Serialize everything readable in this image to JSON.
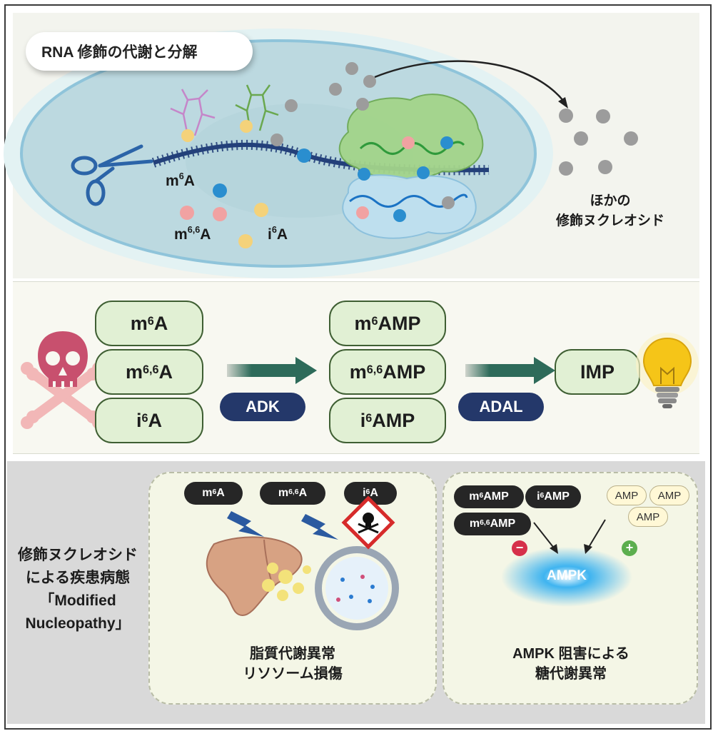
{
  "title": "RNA 修飾の代謝と分解",
  "cell_labels": {
    "m6A": {
      "base": "m",
      "sup": "6",
      "tail": "A"
    },
    "m66A": {
      "base": "m",
      "sup": "6,6",
      "tail": "A"
    },
    "i6A": {
      "base": "i",
      "sup": "6",
      "tail": "A"
    },
    "other_line1": "ほかの",
    "other_line2": "修飾ヌクレオシド"
  },
  "pathway": {
    "substrates": [
      {
        "base": "m",
        "sup": "6",
        "tail": "A"
      },
      {
        "base": "m",
        "sup": "6,6",
        "tail": "A"
      },
      {
        "base": "i",
        "sup": "6",
        "tail": "A"
      }
    ],
    "enzyme1": "ADK",
    "products": [
      {
        "base": "m",
        "sup": "6",
        "tail": "AMP"
      },
      {
        "base": "m",
        "sup": "6,6",
        "tail": "AMP"
      },
      {
        "base": "i",
        "sup": "6",
        "tail": "AMP"
      }
    ],
    "enzyme2": "ADAL",
    "final": "IMP"
  },
  "disease": {
    "side_line1": "修飾ヌクレオシド",
    "side_line2": "による疾患病態",
    "side_line3": "「Modified",
    "side_line4": "Nucleopathy」",
    "card1": {
      "pills": [
        {
          "base": "m",
          "sup": "6",
          "tail": "A"
        },
        {
          "base": "m",
          "sup": "6,6",
          "tail": "A"
        },
        {
          "base": "i",
          "sup": "6",
          "tail": "A"
        }
      ],
      "caption_line1": "脂質代謝異常",
      "caption_line2": "リソソーム損傷"
    },
    "card2": {
      "pills": [
        {
          "base": "m",
          "sup": "6",
          "tail": "AMP"
        },
        {
          "base": "i",
          "sup": "6",
          "tail": "AMP"
        },
        {
          "base": "m",
          "sup": "6,6",
          "tail": "AMP"
        }
      ],
      "amp_pills": [
        "AMP",
        "AMP",
        "AMP"
      ],
      "minus": "−",
      "plus": "+",
      "ampk": "AMPK",
      "caption_line1": "AMPK 阻害による",
      "caption_line2": "糖代謝異常"
    }
  },
  "colors": {
    "accent_navy": "#24386a",
    "arrow_green": "#2e6b5a",
    "box_green": "#e1f0d4",
    "skull_pink": "#c8506e",
    "bone_pink": "#f2b7b7",
    "bulb_yellow": "#f5c518",
    "ampk_blue": "#3fb4f0"
  }
}
